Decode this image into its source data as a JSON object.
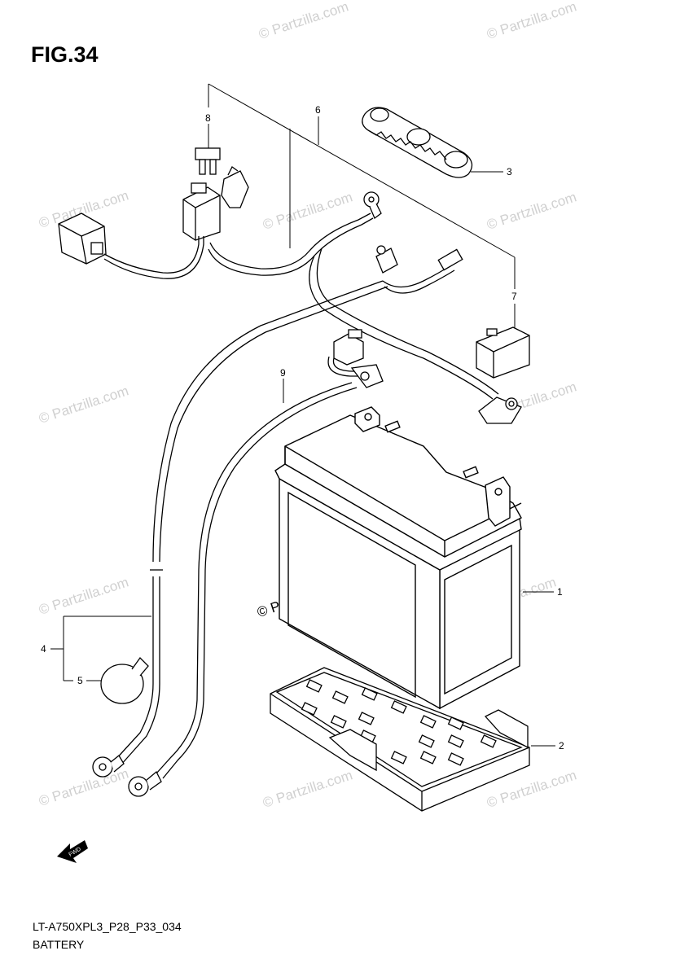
{
  "figure_label": "FIG.34",
  "drawing_code": "LT-A750XPL3_P28_P33_034",
  "section_name": "BATTERY",
  "watermark": "© Partzilla.com",
  "callouts": {
    "c1": "1",
    "c2": "2",
    "c3": "3",
    "c4": "4",
    "c5": "5",
    "c6": "6",
    "c7": "7",
    "c8": "8",
    "c9": "9"
  },
  "arrow_label": "FWD",
  "icons": {
    "forward_arrow": "forward-arrow-icon"
  }
}
